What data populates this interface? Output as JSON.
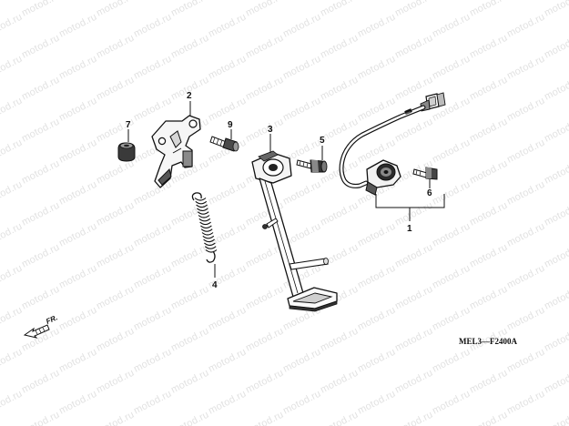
{
  "watermark": {
    "text": "motod.ru"
  },
  "callouts": {
    "c1": "1",
    "c2": "2",
    "c3": "3",
    "c4": "4",
    "c5": "5",
    "c6": "6",
    "c7": "7",
    "c9": "9"
  },
  "front_indicator": {
    "label": "FR."
  },
  "diagram_code": "MEL3—F2400A"
}
